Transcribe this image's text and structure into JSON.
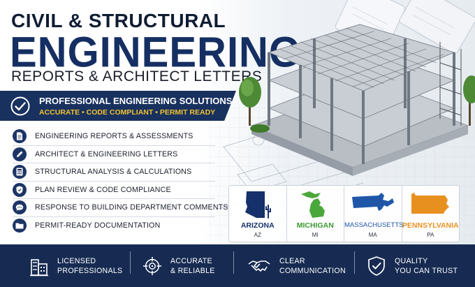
{
  "header": {
    "line1": "CIVIL & STRUCTURAL",
    "line2": "ENGINEERING",
    "line3": "REPORTS & ARCHITECT LETTERS"
  },
  "banner": {
    "title": "PROFESSIONAL ENGINEERING SOLUTIONS",
    "subtitle": "ACCURATE • CODE COMPLIANT • PERMIT READY",
    "icon": "checkmark-circle-icon",
    "accent_color": "#f2c230",
    "background_color": "#18315f"
  },
  "features": [
    {
      "label": "ENGINEERING REPORTS & ASSESSMENTS",
      "icon": "document-icon"
    },
    {
      "label": "ARCHITECT & ENGINEERING LETTERS",
      "icon": "pencil-icon"
    },
    {
      "label": "STRUCTURAL ANALYSIS & CALCULATIONS",
      "icon": "calculator-icon"
    },
    {
      "label": "PLAN REVIEW & CODE COMPLIANCE",
      "icon": "shield-check-icon"
    },
    {
      "label": "RESPONSE TO BUILDING DEPARTMENT COMMENTS",
      "icon": "speech-bubble-icon"
    },
    {
      "label": "PERMIT-READY DOCUMENTATION",
      "icon": "folder-icon"
    }
  ],
  "states": [
    {
      "name": "ARIZONA",
      "abbr": "AZ",
      "color": "#15306a",
      "name_color": "#15306a"
    },
    {
      "name": "MICHIGAN",
      "abbr": "MI",
      "color": "#4aa83a",
      "name_color": "#3c9a2e"
    },
    {
      "name": "MASSACHUSETTS",
      "abbr": "MA",
      "color": "#1f56a8",
      "name_color": "#1f56a8"
    },
    {
      "name": "PENNSYLVANIA",
      "abbr": "PA",
      "color": "#e8901f",
      "name_color": "#e8901f"
    }
  ],
  "footer": {
    "items": [
      {
        "line1": "LICENSED",
        "line2": "PROFESSIONALS",
        "icon": "buildings-icon"
      },
      {
        "line1": "ACCURATE",
        "line2": "& RELIABLE",
        "icon": "target-icon"
      },
      {
        "line1": "CLEAR",
        "line2": "COMMUNICATION",
        "icon": "handshake-icon"
      },
      {
        "line1": "QUALITY",
        "line2": "YOU CAN TRUST",
        "icon": "shield-check-icon"
      }
    ],
    "background_color": "#172b52"
  }
}
